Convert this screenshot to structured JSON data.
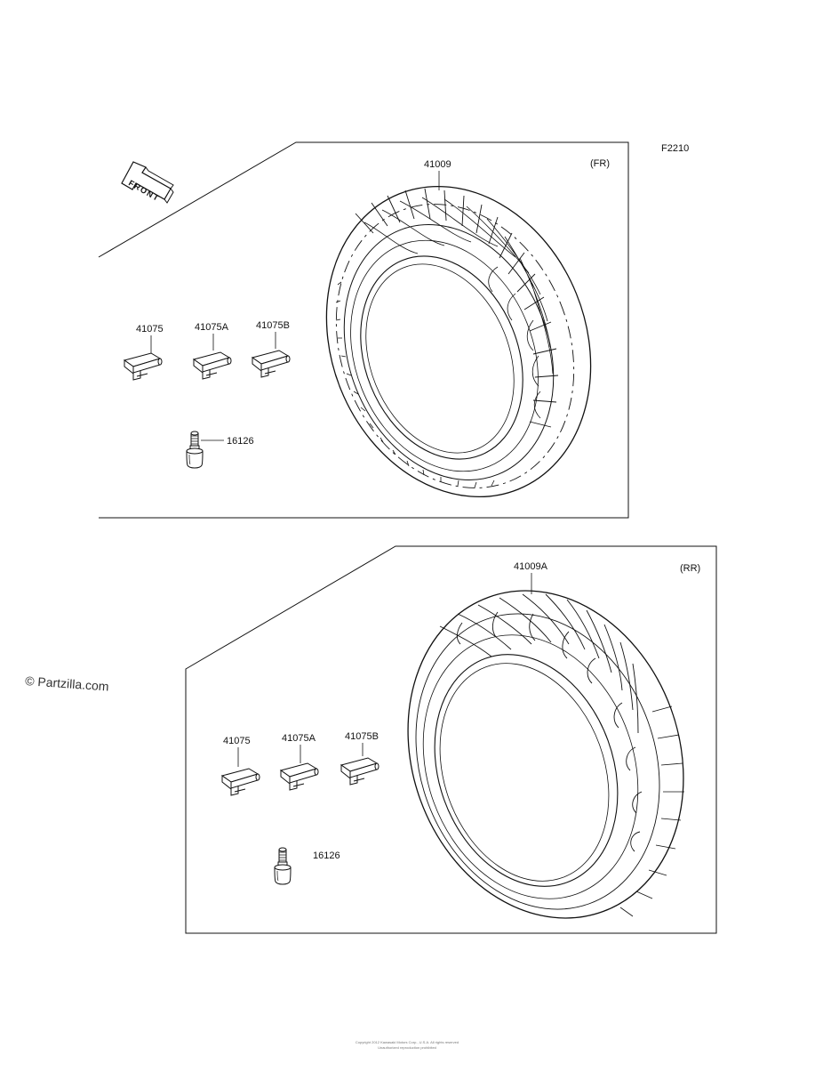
{
  "figure_code": "F2210",
  "front_panel": {
    "tag": "(FR)",
    "tire_part": "41009",
    "weights": [
      "41075",
      "41075A",
      "41075B"
    ],
    "valve_part": "16126"
  },
  "rear_panel": {
    "tag": "(RR)",
    "tire_part": "41009A",
    "weights": [
      "41075",
      "41075A",
      "41075B"
    ],
    "valve_part": "16126"
  },
  "front_arrow_text": "FRONT",
  "watermark": "© Partzilla.com",
  "copyright_lines": [
    "Copyright 2012 Kawasaki Motors Corp., U.S.A. All rights reserved",
    "Unauthorized reproduction prohibited"
  ]
}
